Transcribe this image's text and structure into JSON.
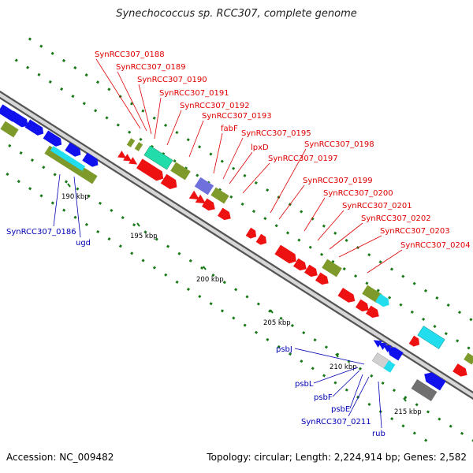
{
  "title": "Synechococcus sp. RCC307, complete genome",
  "footer": {
    "accession": "Accession: NC_009482",
    "summary": "Topology: circular; Length: 2,224,914 bp; Genes: 2,582"
  },
  "colors": {
    "red": "#ee1111",
    "blue": "#1111ee",
    "olive": "#7d9a2a",
    "cyan": "#22ddee",
    "aqua": "#22ddaa",
    "purple": "#7070dd",
    "gray": "#707070",
    "lightgray": "#d0d0d0",
    "green_tick": "#1a7a1a",
    "label_red": "#e00000",
    "label_blue": "#0000b4"
  },
  "scale_ticks": [
    "190 kbp",
    "195 kbp",
    "200 kbp",
    "205 kbp",
    "210 kbp",
    "215 kbp"
  ],
  "red_labels": [
    "SynRCC307_0188",
    "SynRCC307_0189",
    "SynRCC307_0190",
    "SynRCC307_0191",
    "SynRCC307_0192",
    "SynRCC307_0193",
    "fabF",
    "SynRCC307_0195",
    "lpxD",
    "SynRCC307_0197",
    "SynRCC307_0198",
    "SynRCC307_0199",
    "SynRCC307_0200",
    "SynRCC307_0201",
    "SynRCC307_0202",
    "SynRCC307_0203",
    "SynRCC307_0204"
  ],
  "blue_labels": [
    "SynRCC307_0186",
    "ugd",
    "psbJ",
    "psbL",
    "psbF",
    "psbE",
    "SynRCC307_0211",
    "rub"
  ]
}
